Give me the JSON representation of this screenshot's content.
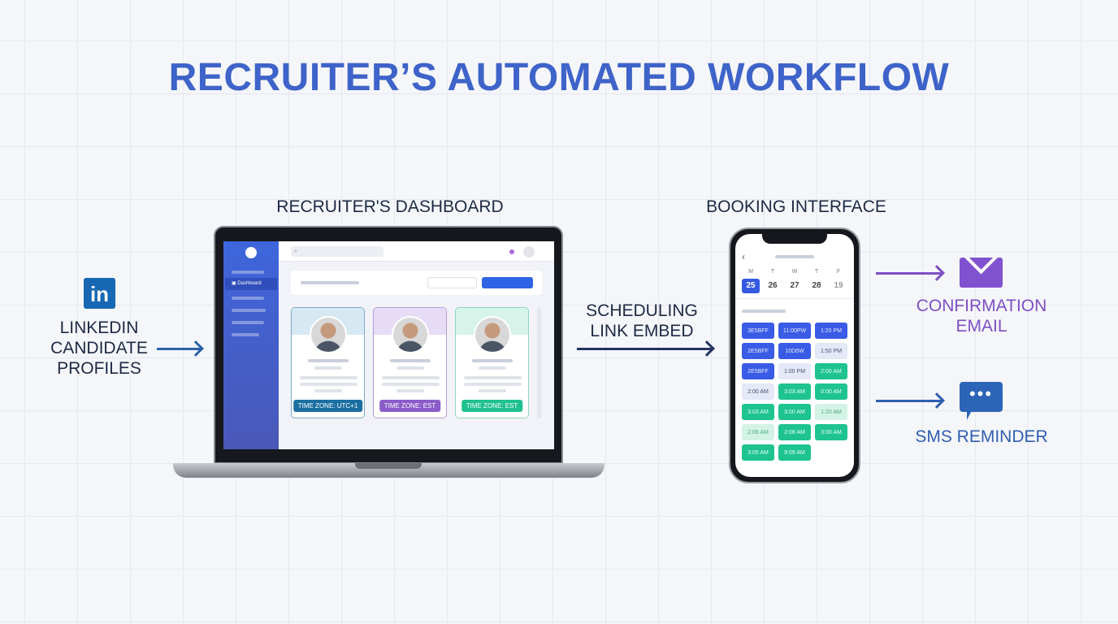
{
  "title": "RECRUITER’S AUTOMATED WORKFLOW",
  "left": {
    "icon": "linkedin-icon",
    "lines": [
      "LINKEDIN",
      "CANDIDATE",
      "PROFILES"
    ]
  },
  "dashboard": {
    "heading": "RECRUITER'S DASHBOARD",
    "sidebar_active": "Dashboard",
    "cards": [
      {
        "badge": "TIME ZONE: UTC+1",
        "color": "#1a6fa0",
        "band": "#d6e9f2",
        "border": "#7aa9c6"
      },
      {
        "badge": "TIME ZONE: EST",
        "color": "#8b5cc9",
        "band": "#e7dcf5",
        "border": "#b59ad9"
      },
      {
        "badge": "TIME ZONE: EST",
        "color": "#1fc08f",
        "band": "#d6f4ea",
        "border": "#8fd6bd"
      }
    ]
  },
  "middle": {
    "lines": [
      "SCHEDULING",
      "LINK EMBED"
    ]
  },
  "booking": {
    "heading": "BOOKING INTERFACE",
    "days": [
      {
        "d": "M",
        "n": "25"
      },
      {
        "d": "T",
        "n": "26"
      },
      {
        "d": "W",
        "n": "27"
      },
      {
        "d": "T",
        "n": "28"
      },
      {
        "d": "F",
        "n": "19"
      }
    ],
    "slots": [
      {
        "t": "3E5BFF",
        "k": "blue"
      },
      {
        "t": "11:00PW",
        "k": "blue"
      },
      {
        "t": "1:20 PM",
        "k": "blue"
      },
      {
        "t": "2E5BFF",
        "k": "blue"
      },
      {
        "t": "10D6W",
        "k": "blue"
      },
      {
        "t": "1:50 PM",
        "k": "light"
      },
      {
        "t": "2E5BFF",
        "k": "blue"
      },
      {
        "t": "1:00 PM",
        "k": "light"
      },
      {
        "t": "2:00 AM",
        "k": "green"
      },
      {
        "t": "2:00 AM",
        "k": "light"
      },
      {
        "t": "3:03 AM",
        "k": "green"
      },
      {
        "t": "0:00 AM",
        "k": "green"
      },
      {
        "t": "3:03 AM",
        "k": "green"
      },
      {
        "t": "3:00 AM",
        "k": "green"
      },
      {
        "t": "1:20 AM",
        "k": "pale"
      },
      {
        "t": "2:06 AM",
        "k": "pale"
      },
      {
        "t": "2:08 AM",
        "k": "green"
      },
      {
        "t": "3:00 AM",
        "k": "green"
      },
      {
        "t": "3:05 AM",
        "k": "green"
      },
      {
        "t": "9:09 AM",
        "k": "green"
      }
    ]
  },
  "email": {
    "lines": [
      "CONFIRMATION",
      "EMAIL"
    ],
    "color": "#7d4fc4"
  },
  "sms": {
    "label": "SMS REMINDER",
    "color": "#2f5fae"
  }
}
